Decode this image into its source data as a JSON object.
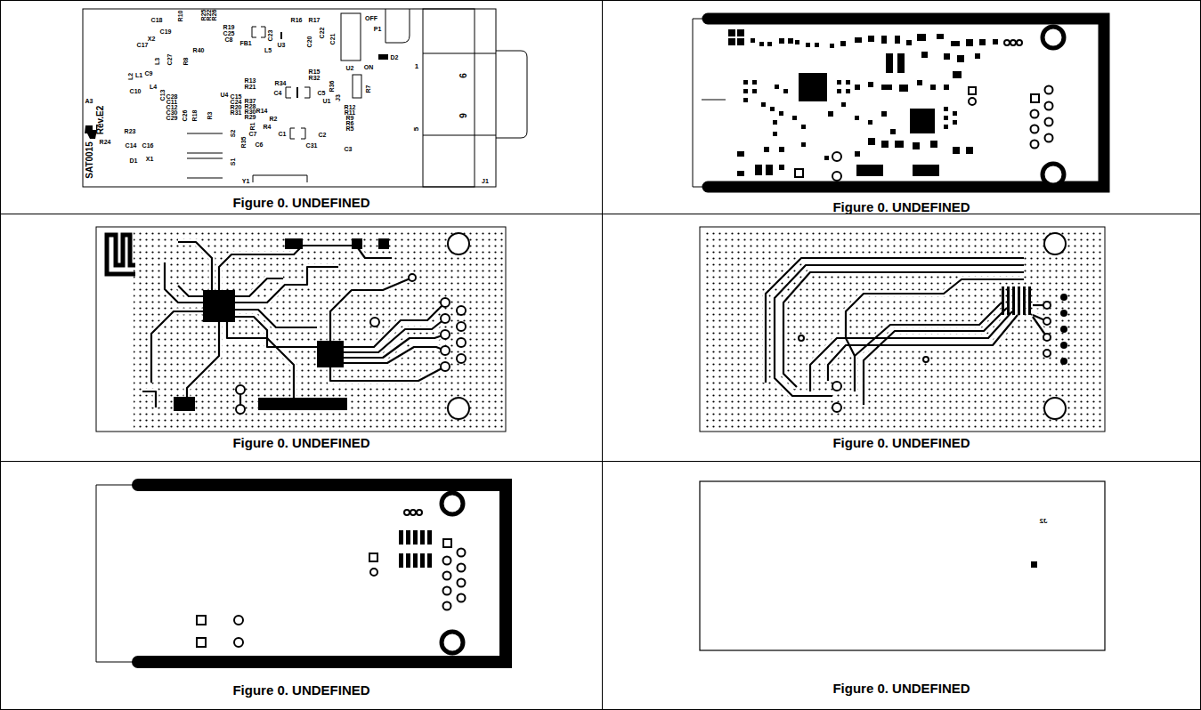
{
  "diagram": {
    "nodes": [
      {
        "text": [
          "Figure 0. UNDEFINED"
        ]
      },
      {
        "text": [
          "Figure 0. UNDEFINED"
        ]
      },
      {
        "text": [
          "Figure 0. UNDEFINED"
        ]
      },
      {
        "text": [
          "Figure 0. UNDEFINED"
        ]
      },
      {
        "text": [
          "Figure 0. UNDEFINED"
        ]
      },
      {
        "text": [
          "Figure 0. UNDEFINED"
        ]
      }
    ],
    "labels": [
      "C18",
      "R10",
      "R25",
      "R22",
      "R26",
      "R19",
      "C25",
      "C8",
      "FB1",
      "C23",
      "R16",
      "R17",
      "C22",
      "C20",
      "C21",
      "OFF",
      "P1",
      "D2",
      "ON",
      "U2",
      "U3",
      "L5",
      "X2",
      "C19",
      "C17",
      "C27",
      "R8",
      "R40",
      "L3",
      "L2",
      "L1",
      "C9",
      "C10",
      "L4",
      "A3",
      "C13",
      "C28",
      "C11",
      "C12",
      "C30",
      "C29",
      "U4",
      "R13",
      "R21",
      "R37",
      "R28",
      "R30",
      "R29",
      "C15",
      "C24",
      "R20",
      "R31",
      "R14",
      "R34",
      "C4",
      "C5",
      "R15",
      "R32",
      "R36",
      "J3",
      "R7",
      "U1",
      "R12",
      "R11",
      "R9",
      "R6",
      "R5",
      "R4",
      "R1",
      "R2",
      "C26",
      "R18",
      "R3",
      "S2",
      "S1",
      "R35",
      "C7",
      "C1",
      "C6",
      "C31",
      "C2",
      "C3",
      "R23",
      "R24",
      "C14",
      "C16",
      "X1",
      "D1",
      "Rev.E2",
      "SAT0015",
      "Y1",
      "J1",
      "1",
      "6",
      "9",
      "5",
      "J2"
    ]
  }
}
